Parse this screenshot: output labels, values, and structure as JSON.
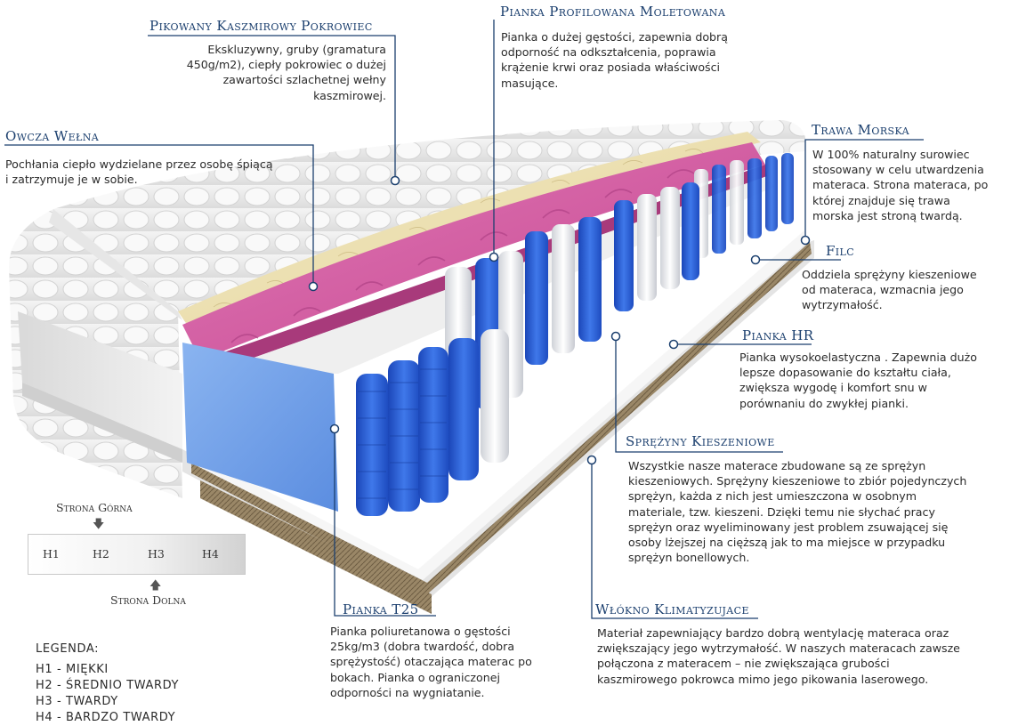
{
  "annotations": {
    "pokrowiec": {
      "title": "Pikowany Kaszmirowy Pokrowiec",
      "lines": [
        "Ekskluzywny, gruby (gramatura",
        "450g/m2), ciepły pokrowiec o dużej",
        "zawartości szlachetnej wełny",
        "kaszmirowej."
      ]
    },
    "pianka_profilowana": {
      "title": "Pianka Profilowana Moletowana",
      "lines": [
        "Pianka o dużej gęstości, zapewnia dobrą",
        "odporność na odkształcenia, poprawia",
        "krążenie krwi oraz posiada właściwości",
        "masujące."
      ]
    },
    "welna": {
      "title": "Owcza Wełna",
      "lines": [
        "Pochłania ciepło wydzielane przez osobę śpiącą",
        "i zatrzymuje je w sobie."
      ]
    },
    "trawa": {
      "title": "Trawa Morska",
      "lines": [
        "W 100% naturalny surowiec",
        "stosowany w celu utwardzenia",
        "materaca. Strona materaca, po",
        "której znajduje się trawa",
        "morska jest stroną twardą."
      ]
    },
    "filc": {
      "title": "Filc",
      "lines": [
        "Oddziela sprężyny kieszeniowe",
        "od materaca, wzmacnia jego",
        "wytrzymałość."
      ]
    },
    "pianka_hr": {
      "title": "Pianka HR",
      "lines": [
        "Pianka wysokoelastyczna . Zapewnia dużo",
        "lepsze dopasowanie do kształtu ciała,",
        "zwiększa wygodę i komfort snu w",
        "porównaniu do zwykłej pianki."
      ]
    },
    "sprezyny": {
      "title": "Sprężyny Kieszeniowe",
      "lines": [
        "Wszystkie nasze materace zbudowane są ze sprężyn",
        "kieszeniowych. Sprężyny kieszeniowe to zbiór pojedynczych",
        "sprężyn, każda z nich jest umieszczona w osobnym",
        "materiale, tzw. kieszeni. Dzięki temu nie słychać pracy",
        "sprężyn oraz wyeliminowany jest problem zsuwającej się",
        "osoby lżejszej na cięższą jak to ma miejsce w przypadku",
        "sprężyn bonellowych."
      ]
    },
    "pianka_t25": {
      "title": "Pianka T25",
      "lines": [
        "Pianka poliuretanowa o gęstości",
        "25kg/m3 (dobra twardość, dobra",
        "sprężystość) otaczająca materac po",
        "bokach. Pianka o ograniczonej",
        "odporności na wygniatanie."
      ]
    },
    "wlokno": {
      "title": "Włókno Klimatyzujace",
      "lines": [
        "Materiał zapewniający bardzo dobrą wentylację materaca oraz",
        "zwiększający jego wytrzymałość. W naszych materacach zawsze",
        "połączona z materacem – nie zwiększająca grubości",
        "kaszmirowego pokrowca mimo jego pikowania laserowego."
      ]
    }
  },
  "hardness_scale": {
    "top_label": "Strona Górna",
    "bottom_label": "Strona Dolna",
    "levels": [
      "H1",
      "H2",
      "H3",
      "H4"
    ],
    "arrow_down": "🡇",
    "arrow_up": "🡅"
  },
  "legend": {
    "title": "LEGENDA:",
    "items": [
      "H1 - MIĘKKI",
      "H2 - ŚREDNIO TWARDY",
      "H3 - TWARDY",
      "H4 - BARDZO TWARDY"
    ]
  },
  "colors": {
    "label_blue": "#1b3f6e",
    "leader_line": "#1b3f6e",
    "pink_foam": "#d0549a",
    "blue_foam": "#6f9ee6",
    "springs": "#2a5fd2",
    "wool": "#efe3b0",
    "coconut": "#8f7d5f"
  }
}
